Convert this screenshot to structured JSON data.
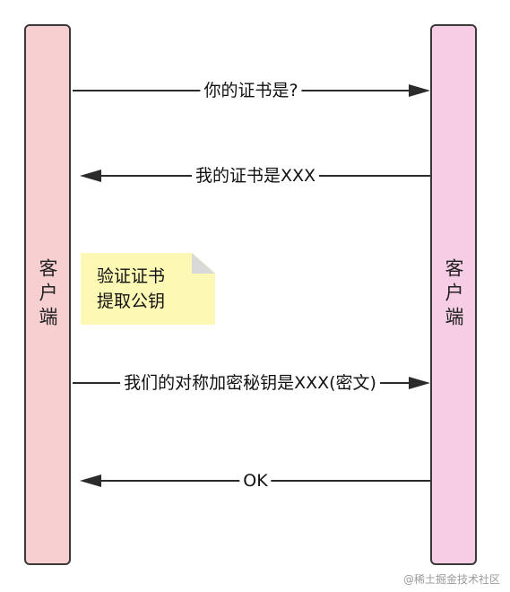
{
  "lanes": {
    "left_label": "客户端",
    "right_label": "客户端"
  },
  "messages": [
    {
      "text": "你的证书是?",
      "direction": "right"
    },
    {
      "text": "我的证书是XXX",
      "direction": "left"
    },
    {
      "text": "我们的对称加密秘钥是XXX(密文)",
      "direction": "right"
    },
    {
      "text": "OK",
      "direction": "left"
    }
  ],
  "note": {
    "line1": "验证证书",
    "line2": "提取公钥"
  },
  "watermark": "@稀土掘金技术社区",
  "colors": {
    "left_lane": "#f8cfd0",
    "right_lane": "#f6cde4",
    "note": "#fdf9b5",
    "arrow": "#2b2b2b"
  }
}
